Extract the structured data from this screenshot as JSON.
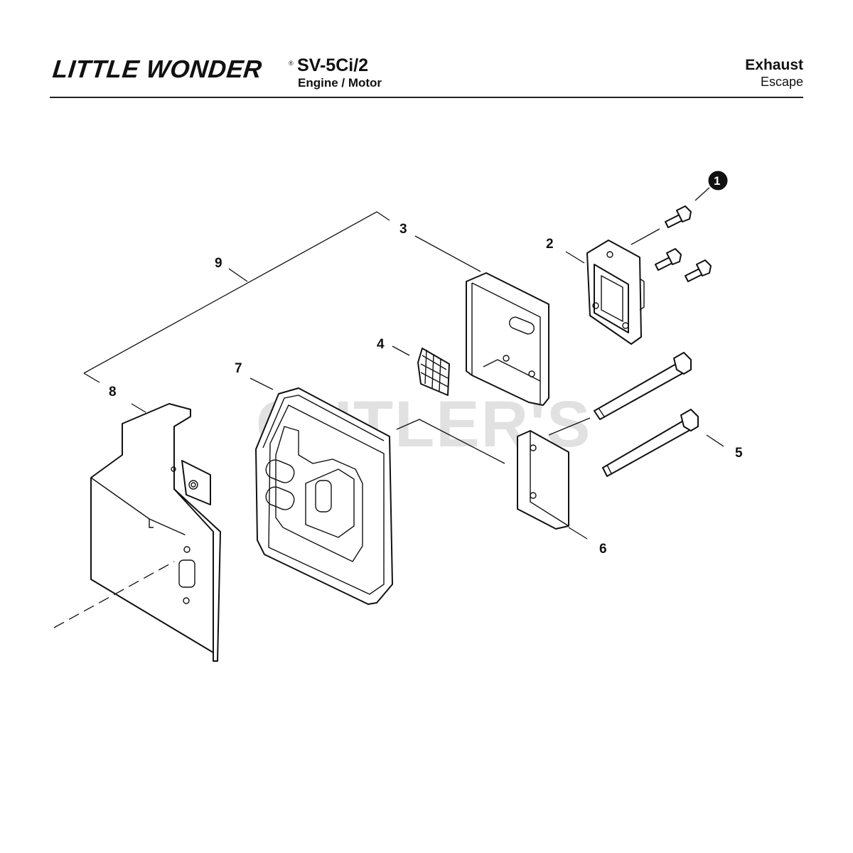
{
  "header": {
    "brand": "LITTLE WONDER",
    "brand_mark": "®",
    "model": "SV-5Ci/2",
    "subtitle": "Engine / Motor",
    "section_title": "Exhaust",
    "section_subtitle": "Escape"
  },
  "watermark": "CUTLER'S",
  "callouts": {
    "c1": "1",
    "c2": "2",
    "c3": "3",
    "c4": "4",
    "c5": "5",
    "c6": "6",
    "c7": "7",
    "c8": "8",
    "c9": "9"
  }
}
